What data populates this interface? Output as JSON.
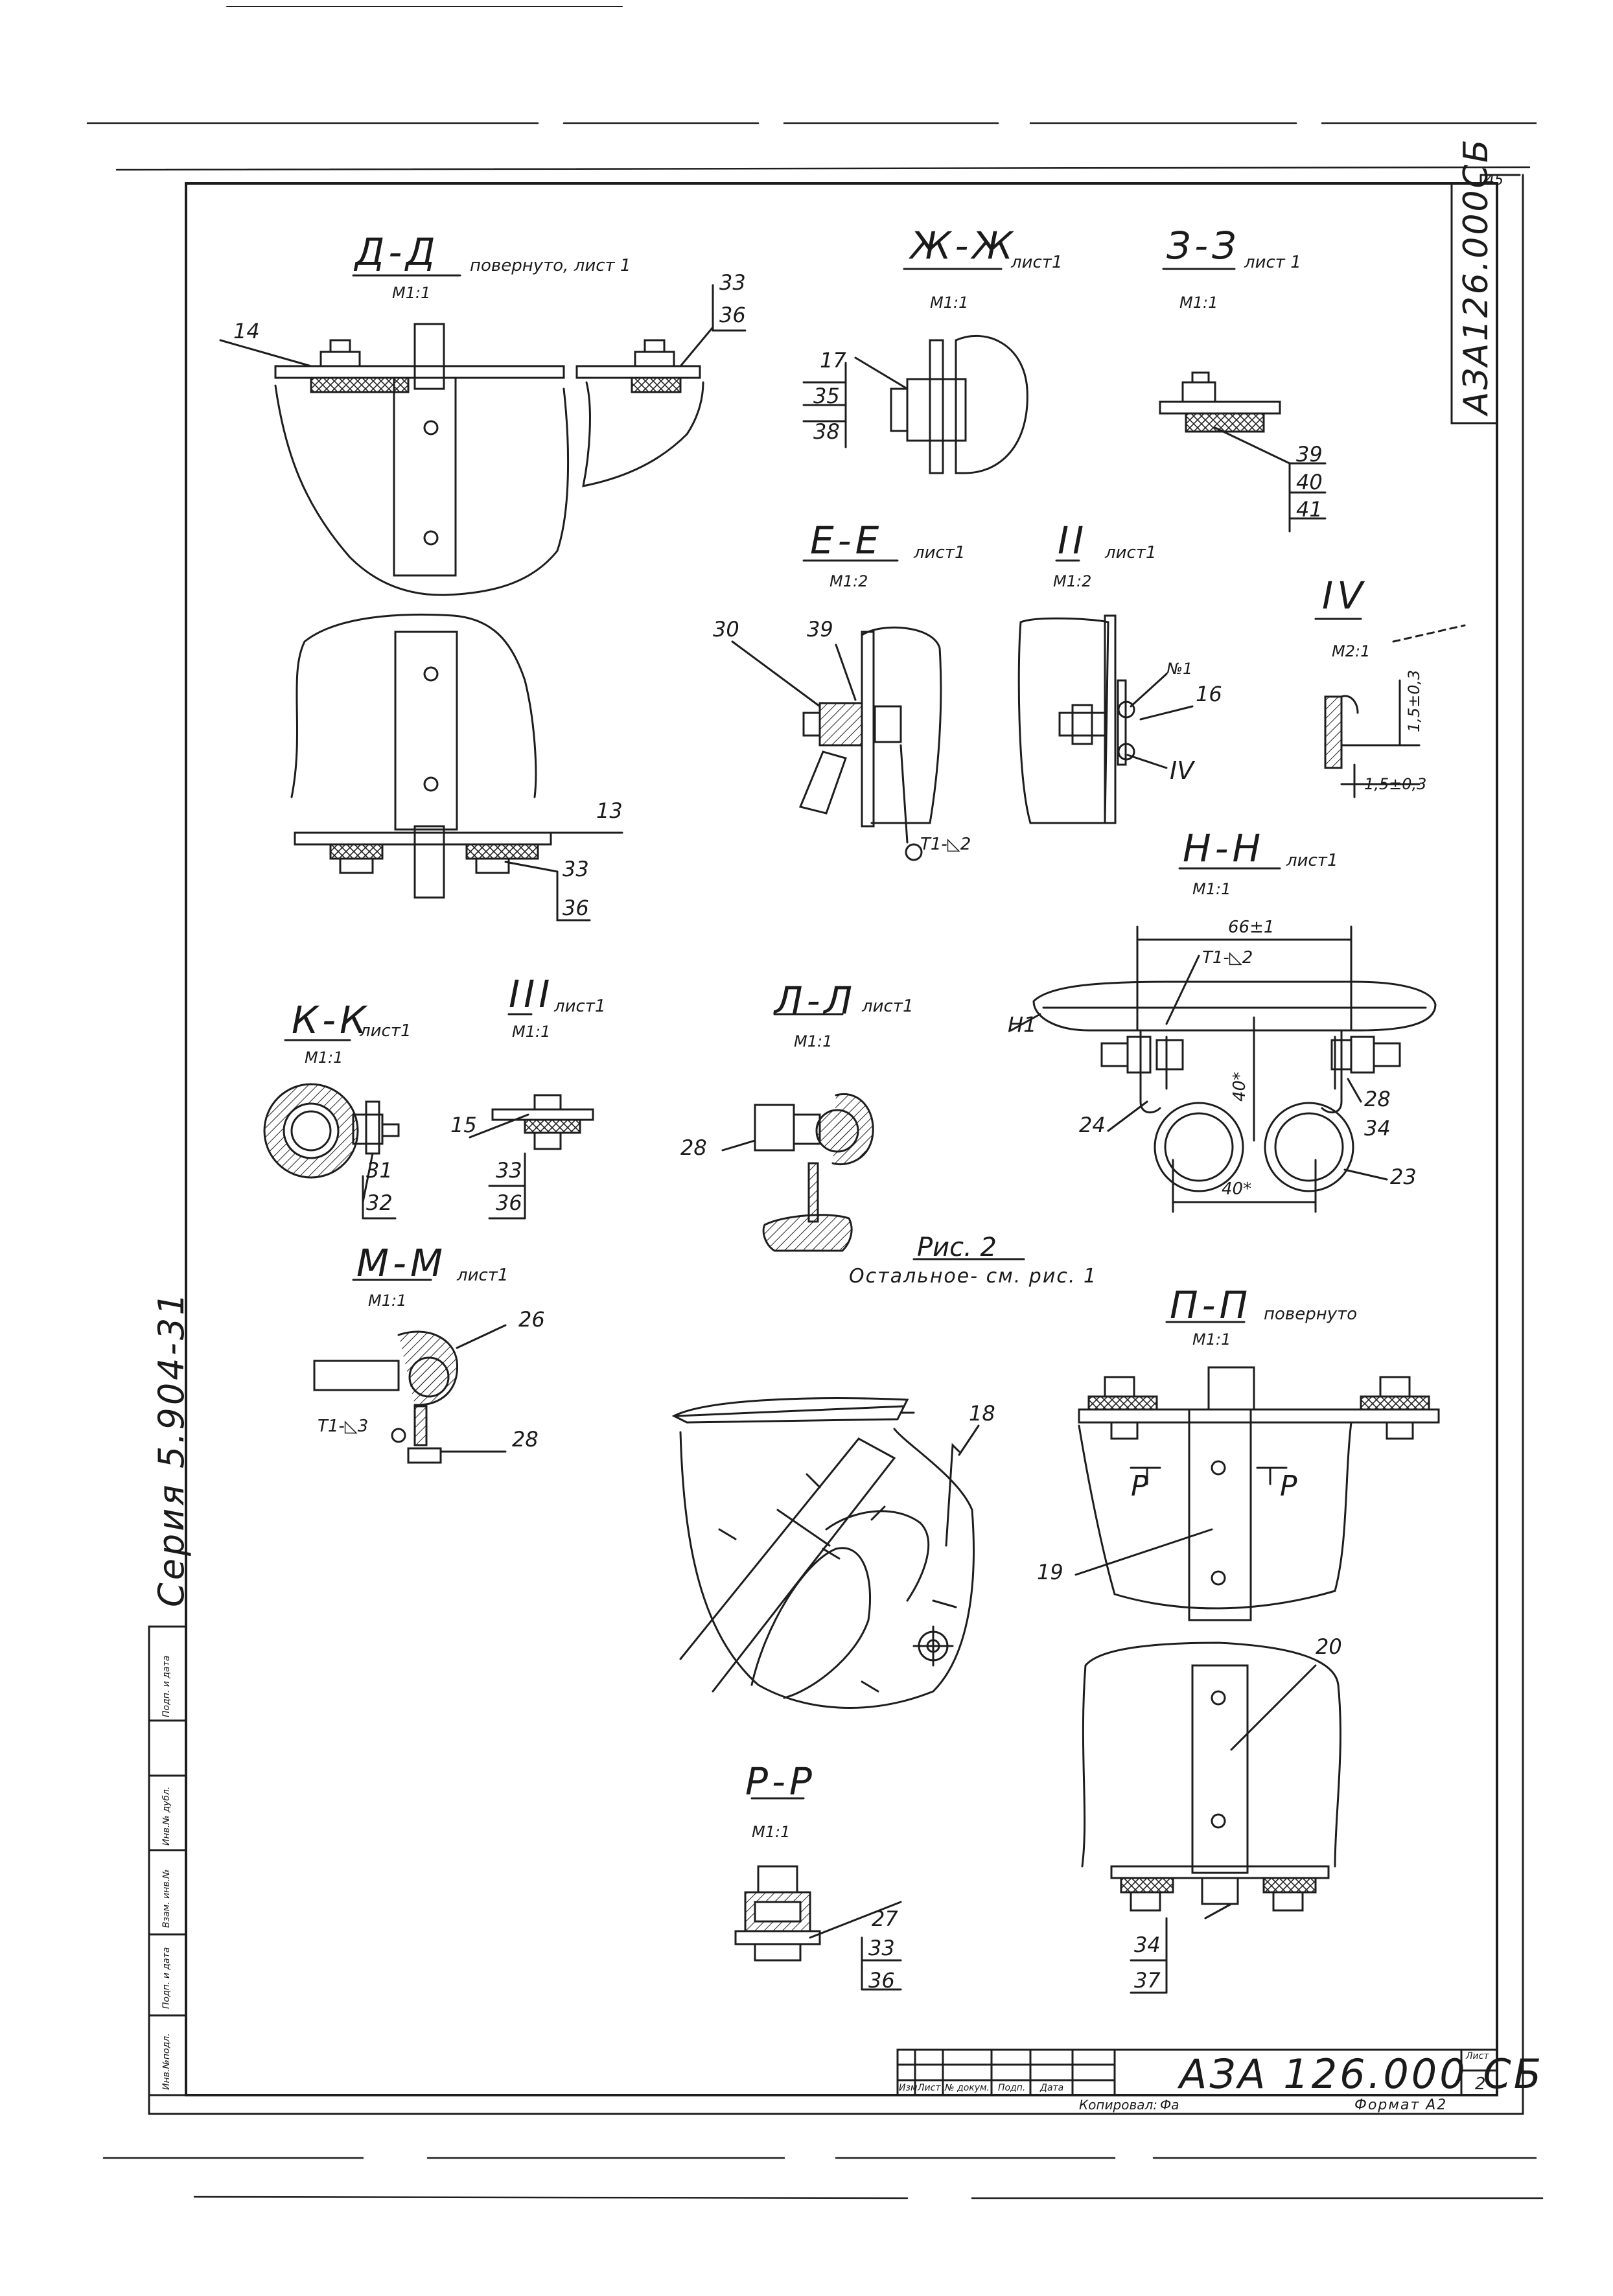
{
  "sheet": {
    "doc_code": "АЗА 126.000 СБ",
    "doc_code_vertical": "АЗА126.000СБ",
    "sheet_no_corner": "45",
    "series": "Серия 5.904-31",
    "sheet_label": "Лист",
    "sheet_number": "2",
    "copied_by": "Копировал:",
    "copied_initials": "Фа",
    "format": "Формат А2"
  },
  "title_block": {
    "cols": [
      "Изм",
      "Лист",
      "№ докум.",
      "Подп.",
      "Дата"
    ]
  },
  "side_stamp": {
    "fields": [
      "Инв.№подл.",
      "Подп. и дата",
      "Взам. инв.№",
      "Инв.№ дубл.",
      "Подп. и дата"
    ]
  },
  "views": {
    "dd": {
      "title": "Д-Д",
      "note": "повернуто, лист 1",
      "scale": "М1:1",
      "leaders": [
        "14",
        "33",
        "36",
        "13",
        "33",
        "36"
      ]
    },
    "zhzh": {
      "title": "Ж-Ж",
      "note": "лист1",
      "scale": "М1:1",
      "leaders": [
        "17",
        "35",
        "38"
      ]
    },
    "zz": {
      "title": "З-З",
      "note": "лист 1",
      "scale": "М1:1",
      "leaders": [
        "39",
        "40",
        "41"
      ]
    },
    "ee": {
      "title": "Е-Е",
      "note": "лист1",
      "scale": "М1:2",
      "leaders": [
        "30",
        "39"
      ],
      "weld": "Т1-◺2"
    },
    "v2": {
      "title": "II",
      "note": "лист1",
      "scale": "М1:2",
      "leaders": [
        "16"
      ],
      "callout": "IV",
      "mark": "№1"
    },
    "v4": {
      "title": "IV",
      "scale": "М2:1",
      "dim_a": "1,5±0,3",
      "dim_b": "1,5±0,3"
    },
    "nn": {
      "title": "Н-Н",
      "note": "лист1",
      "scale": "М1:1",
      "dim_top": "66±1",
      "dim_h": "40*",
      "dim_bottom": "40*",
      "weld": "Т1-◺2",
      "leaders": [
        "Н1",
        "24",
        "28",
        "34",
        "23"
      ]
    },
    "kk": {
      "title": "К-К",
      "note": "лист1",
      "scale": "М1:1",
      "leaders": [
        "31",
        "32"
      ]
    },
    "v3": {
      "title": "III",
      "note": "лист1",
      "scale": "М1:1",
      "leaders": [
        "15",
        "33",
        "36"
      ]
    },
    "ll": {
      "title": "Л-Л",
      "note": "лист1",
      "scale": "М1:1",
      "leaders": [
        "28"
      ]
    },
    "mm": {
      "title": "М-М",
      "note": "лист1",
      "scale": "М1:1",
      "weld": "Т1-◺3",
      "leaders": [
        "26",
        "28"
      ]
    },
    "fig": {
      "title": "Рис. 2",
      "note": "Остальное- см. рис. 1",
      "leaders": [
        "18"
      ]
    },
    "pp": {
      "title": "П-П",
      "note": "повернуто",
      "scale": "М1:1",
      "marks": [
        "Р",
        "Р"
      ],
      "leaders": [
        "19",
        "20",
        "34",
        "37"
      ]
    },
    "rr": {
      "title": "Р-Р",
      "scale": "М1:1",
      "leaders": [
        "27",
        "33",
        "36"
      ]
    }
  }
}
